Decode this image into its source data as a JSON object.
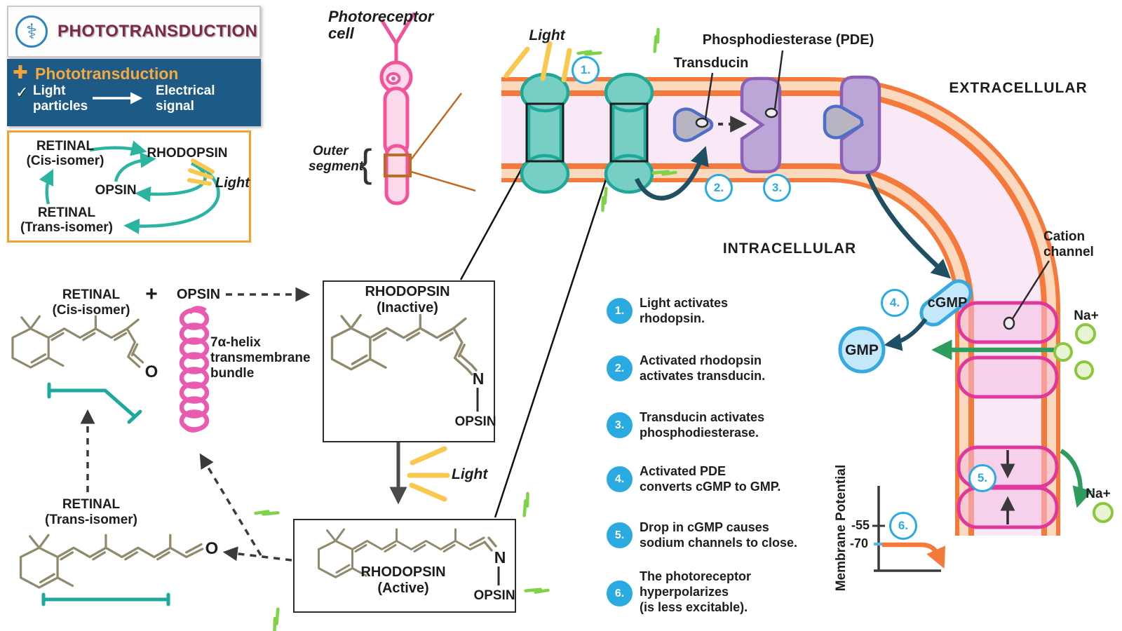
{
  "header": {
    "logo_glyph": "⚕",
    "title": "PHOTOTRANSDUCTION"
  },
  "summary": {
    "plus_glyph": "✚",
    "title": "Phototransduction",
    "check_glyph": "✓",
    "from_line1": "Light",
    "from_line2": "particles",
    "to_line1": "Electrical",
    "to_line2": "signal"
  },
  "cycle": {
    "retinal_cis_line1": "RETINAL",
    "retinal_cis_line2": "(Cis-isomer)",
    "rhodopsin": "RHODOPSIN",
    "opsin": "OPSIN",
    "retinal_trans_line1": "RETINAL",
    "retinal_trans_line2": "(Trans-isomer)",
    "light": "Light"
  },
  "cell": {
    "label_line1": "Photoreceptor",
    "label_line2": "cell",
    "outer_line1": "Outer",
    "outer_line2": "segment",
    "brace": "{"
  },
  "membrane": {
    "light": "Light",
    "transducin": "Transducin",
    "pde": "Phosphodiesterase (PDE)",
    "extracellular": "EXTRACELLULAR",
    "intracellular": "INTRACELLULAR",
    "cation_line1": "Cation",
    "cation_line2": "channel",
    "cgmp": "cGMP",
    "gmp": "GMP",
    "na_top": "Na+",
    "na_bottom": "Na+",
    "markers": {
      "m1": "1.",
      "m2": "2.",
      "m3": "3.",
      "m4": "4.",
      "m5": "5.",
      "m6": "6."
    }
  },
  "reaction": {
    "retinal_cis_line1": "RETINAL",
    "retinal_cis_line2": "(Cis-isomer)",
    "plus": "+",
    "opsin": "OPSIN",
    "helix_line1": "7α-helix",
    "helix_line2": "transmembrane",
    "helix_line3": "bundle",
    "rhodopsin_inactive_line1": "RHODOPSIN",
    "rhodopsin_inactive_line2": "(Inactive)",
    "n_inactive": "N",
    "opsin_inactive": "OPSIN",
    "light": "Light",
    "rhodopsin_active_line1": "RHODOPSIN",
    "rhodopsin_active_line2": "(Active)",
    "n_active": "N",
    "opsin_active": "OPSIN",
    "retinal_trans_line1": "RETINAL",
    "retinal_trans_line2": "(Trans-isomer)",
    "o_cis": "O",
    "o_trans": "O"
  },
  "steps": [
    {
      "num": "1.",
      "line1": "Light activates",
      "line2": "rhodopsin."
    },
    {
      "num": "2.",
      "line1": "Activated rhodopsin",
      "line2": "activates transducin."
    },
    {
      "num": "3.",
      "line1": "Transducin activates",
      "line2": "phosphodiesterase."
    },
    {
      "num": "4.",
      "line1": "Activated PDE",
      "line2": "converts cGMP to GMP."
    },
    {
      "num": "5.",
      "line1": "Drop in cGMP causes",
      "line2": "sodium channels to close."
    },
    {
      "num": "6.",
      "line1": "The photoreceptor",
      "line2": "hyperpolarizes",
      "line3": "(is less excitable)."
    }
  ],
  "graph": {
    "ylabel": "Membrane Potential",
    "tick1": "-55",
    "tick2": "-70"
  },
  "colors": {
    "accent_blue": "#29ABE2",
    "membrane_orange": "#F5793B",
    "membrane_light": "#FBD9BE",
    "membrane_inner_pink": "#F9E9F6",
    "protein_teal": "#76CEC4",
    "protein_teal_border": "#1FA79A",
    "pde_purple": "#BCA6D8",
    "pde_purple_border": "#8B5FB5",
    "transducin_gray": "#B9B4C2",
    "transducin_blue": "#4E6FC5",
    "channel_magenta": "#E1389E",
    "na_green": "#8CC63F",
    "navy_arrow": "#1F4F63",
    "cycle_teal": "#2BB5A0",
    "light_yellow": "#FAC84F",
    "spark_green": "#7ED348",
    "cell_pink": "#F2549B",
    "helix_pink": "#E85BB0",
    "structure_olive": "#8F8A6E",
    "header_maroon": "#7E2A47",
    "panel_blue": "#1E5A86",
    "panel_orange": "#F5A030",
    "graph_orange": "#F4793B"
  }
}
